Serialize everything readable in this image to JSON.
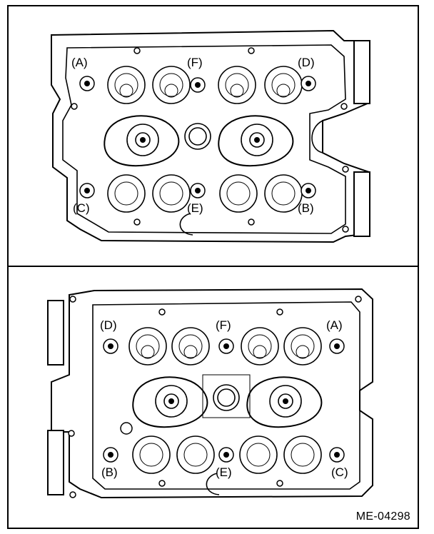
{
  "figure_code": "ME-04298",
  "top_view": {
    "labels": {
      "A": "(A)",
      "F": "(F)",
      "D": "(D)",
      "C": "(C)",
      "E": "(E)",
      "B": "(B)"
    }
  },
  "bottom_view": {
    "labels": {
      "D": "(D)",
      "F": "(F)",
      "A": "(A)",
      "B": "(B)",
      "E": "(E)",
      "C": "(C)"
    }
  }
}
